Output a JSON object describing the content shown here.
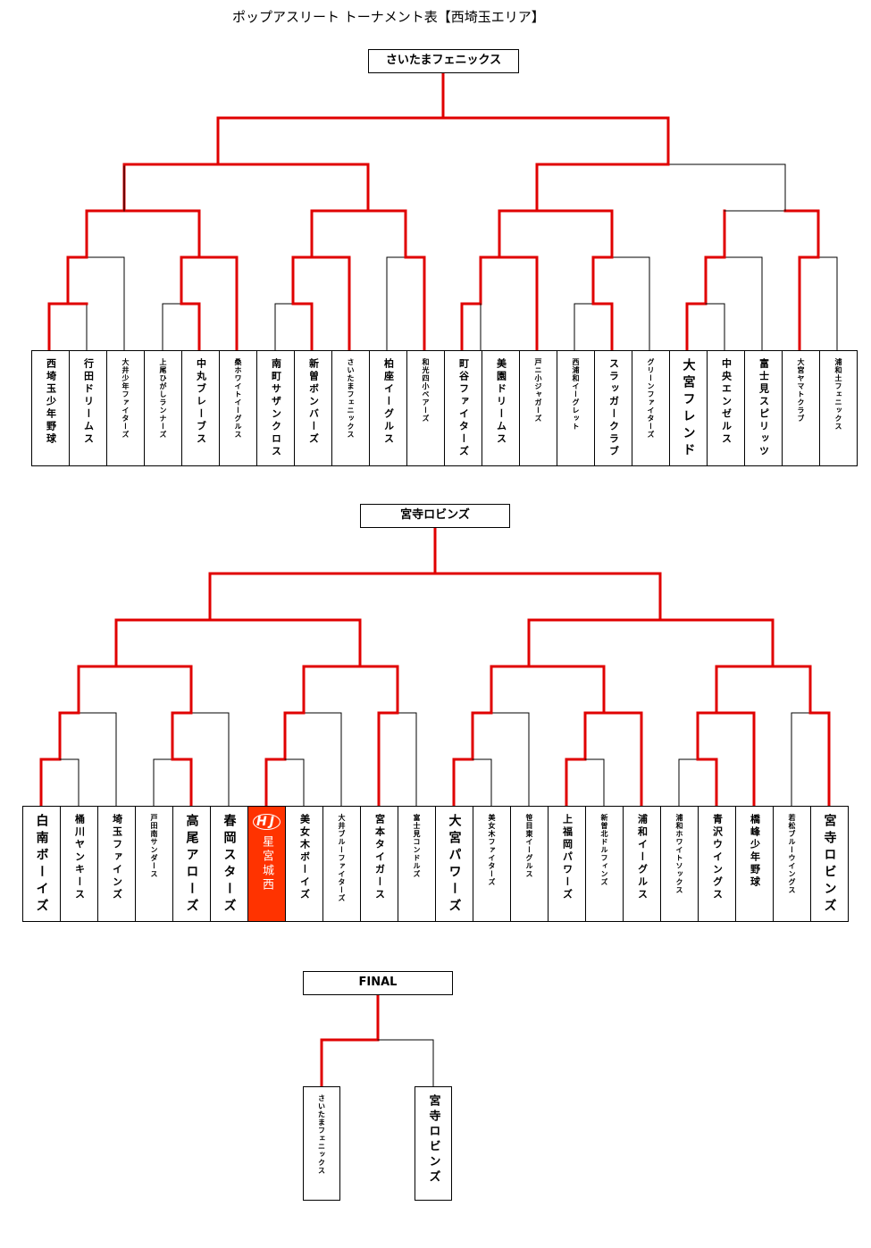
{
  "title": "ポップアスリート トーナメント表【西埼玉エリア】",
  "colors": {
    "win": "#e00000",
    "line": "#000000",
    "highlight": "#ff3300"
  },
  "bracket1": {
    "champion": "さいたまフェニックス",
    "teams": [
      "西埼玉少年野球",
      "行田ドリームス",
      "大井少年ファイターズ",
      "上尾ひがしランナーズ",
      "中丸ブレーブス",
      "桑ホワイトイーグルス",
      "南町サザンクロス",
      "新曽ボンバーズ",
      "さいたまフェニックス",
      "柏座イーグルス",
      "和光四小ベアーズ",
      "町谷ファイターズ",
      "美園ドリームス",
      "戸ニ小ジャガーズ",
      "西浦和イーグレット",
      "スラッガークラブ",
      "グリーンファイターズ",
      "大宮フレンド",
      "中央エンゼルス",
      "富士見スピリッツ",
      "大宮ヤマトクラブ",
      "浦和土フェニックス"
    ]
  },
  "bracket2": {
    "champion": "宮寺ロビンズ",
    "teams": [
      "白南ボーイズ",
      "桶川ヤンキース",
      "埼玉ファインズ",
      "戸田南サンダース",
      "高尾アローズ",
      "春岡スターズ",
      "星宮城西",
      "美女木ボーイズ",
      "大井ブルーファイターズ",
      "宮本タイガース",
      "富士見コンドルズ",
      "大宮パワーズ",
      "美女木ファイターズ",
      "笹目東イーグルス",
      "上福岡パワーズ",
      "新曽北ドルフィンズ",
      "浦和イーグルス",
      "浦和ホワイトソックス",
      "青沢ウイングス",
      "橋峰少年野球",
      "若松ブルーウイングス",
      "宮寺ロビンズ"
    ],
    "emblem_text": "HJ"
  },
  "final": {
    "label": "FINAL",
    "teams": [
      "さいたまフェニックス",
      "宮寺ロビンズ"
    ]
  }
}
